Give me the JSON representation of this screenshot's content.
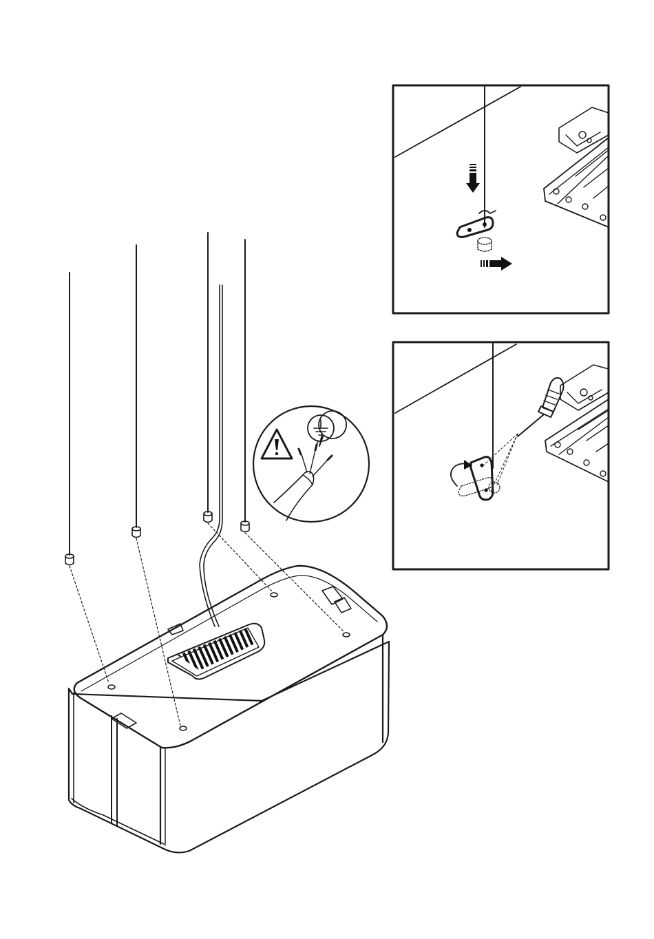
{
  "page": {
    "background": "#ffffff",
    "ink": "#1a1a1a",
    "type": "assembly-instruction-illustration"
  },
  "symbols": {
    "warning": "warning-triangle-icon",
    "ground": "earth-ground-icon"
  },
  "steps": [
    {
      "name": "insert-and-slide-hook",
      "arrows": [
        "down-arrow-icon",
        "right-arrow-icon"
      ]
    },
    {
      "name": "rotate-and-tighten-screw",
      "arrows": [
        "rotate-arrow-icon"
      ],
      "tool": "screwdriver-icon"
    }
  ]
}
